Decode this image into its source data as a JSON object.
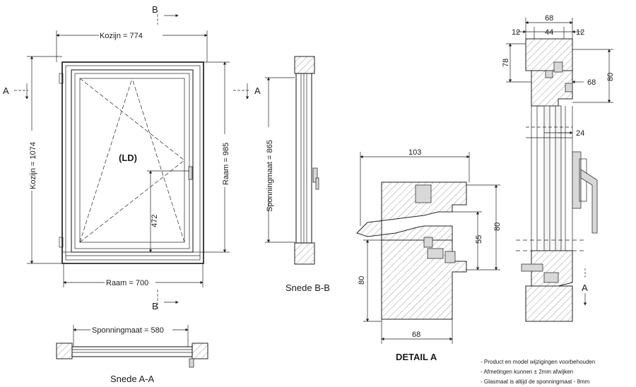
{
  "front_view": {
    "kozijn_width": "Kozijn = 774",
    "kozijn_height": "Kozijn = 1074",
    "raam_height": "Raam = 985",
    "raam_width": "Raam = 700",
    "handle_height": "472",
    "opening_type": "(LD)",
    "section_a": "A",
    "section_b": "B"
  },
  "section_bb": {
    "dimension": "Sponningmaat = 865",
    "caption": "Snede B-B"
  },
  "section_aa": {
    "dimension": "Sponningmaat = 580",
    "caption": "Snede A-A"
  },
  "detail_a": {
    "dim_103": "103",
    "dim_55": "55",
    "dim_80_right": "80",
    "dim_80_left": "80",
    "dim_68": "68",
    "caption": "DETAIL  A"
  },
  "vertical_section": {
    "dim_68_top": "68",
    "dim_12_left": "12",
    "dim_44": "44",
    "dim_12_right": "12",
    "dim_78": "78",
    "dim_68_side": "68",
    "dim_80": "80",
    "dim_24": "24",
    "section_label": "A"
  },
  "notes": [
    "- Product en model wijzigingen voorbehouden",
    "- Afmetingen kunnen ± 2mm afwijken",
    "- Glasmaat is altijd de sponningmaat - 8mm"
  ]
}
